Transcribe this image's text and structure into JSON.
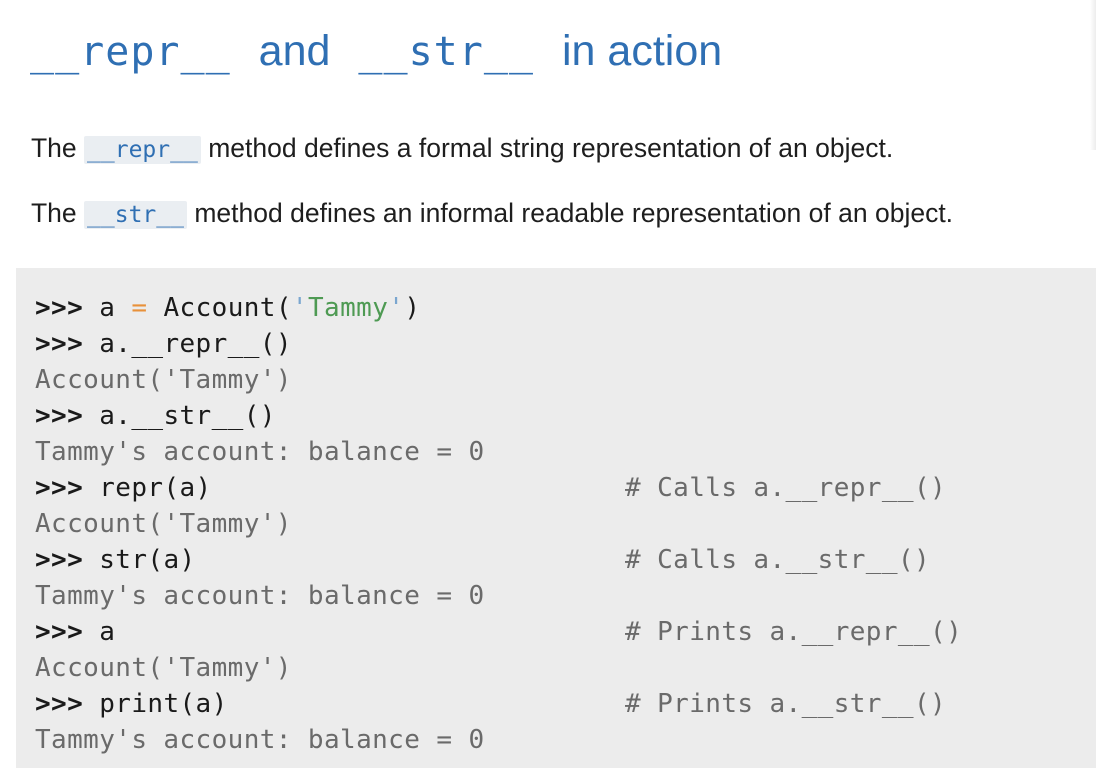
{
  "title": {
    "part1": "__repr__",
    "part2": "and",
    "part3": "__str__",
    "part4": "in action"
  },
  "paragraphs": [
    {
      "prefix": "The",
      "code": "__repr__",
      "suffix": "method defines a formal string representation of an object."
    },
    {
      "prefix": "The",
      "code": "__str__",
      "suffix": "method defines an informal readable representation of an object."
    }
  ],
  "code": {
    "prompt": ">>>",
    "line1": {
      "var": "a",
      "op": "=",
      "call": "Account(",
      "quote_open": "'",
      "str": "Tammy",
      "quote_close": "'",
      "close": ")"
    },
    "line2": "a.__repr__()",
    "line3": "Account('Tammy')",
    "line4": "a.__str__()",
    "line5": "Tammy's account: balance = 0",
    "line6": "repr(a)",
    "line6_comment": "# Calls a.__repr__()",
    "line7": "Account('Tammy')",
    "line8": "str(a)",
    "line8_comment": "# Calls a.__str__()",
    "line9": "Tammy's account: balance = 0",
    "line10": "a",
    "line10_comment": "# Prints a.__repr__()",
    "line11": "Account('Tammy')",
    "line12": "print(a)",
    "line12_comment": "# Prints a.__str__()",
    "line13": "Tammy's account: balance = 0"
  }
}
